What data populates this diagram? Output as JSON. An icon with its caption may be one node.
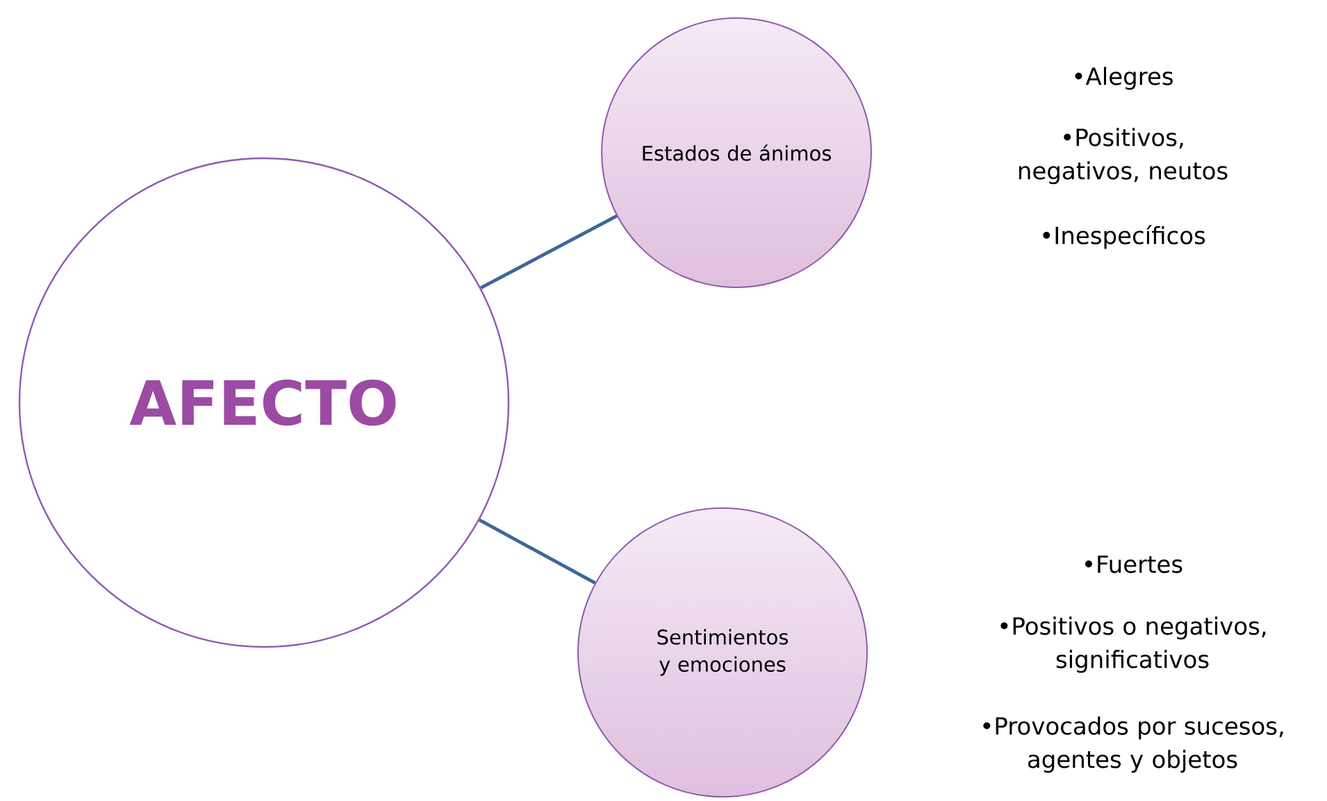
{
  "diagram": {
    "nodes": [
      {
        "text": [
          "AFECTO"
        ]
      },
      {
        "text": [
          "Estados de ánimos"
        ],
        "beside": [
          "•Alegres",
          "•Positivos, negativos, neutos",
          "•Inespecíficos"
        ]
      },
      {
        "text": [
          "Sentimientos y emociones"
        ],
        "beside": [
          "•Fuertes",
          "•Positivos o negativos, significativos",
          "•Provocados por sucesos, agentes y objetos"
        ]
      }
    ],
    "edges": [
      {
        "from": 0,
        "to": 1,
        "arrow": "none"
      },
      {
        "from": 0,
        "to": 2,
        "arrow": "none"
      }
    ]
  }
}
